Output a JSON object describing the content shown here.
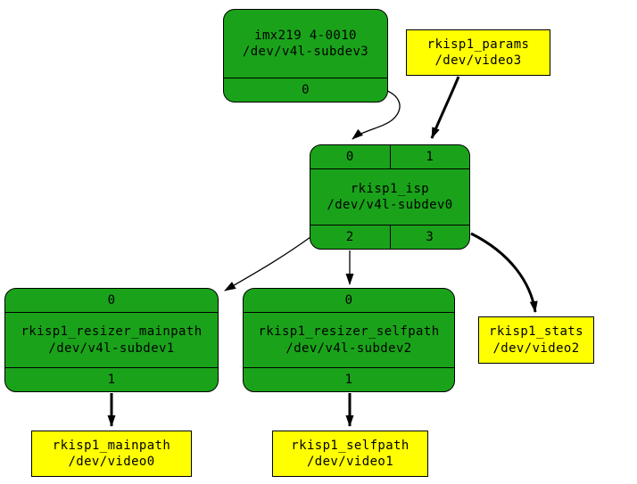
{
  "diagram": {
    "type": "media-controller-topology-graph",
    "colors": {
      "entity_fill": "#1aa31a",
      "devnode_fill": "#ffff00",
      "border_color": "#000000",
      "edge_color": "#000000"
    },
    "nodes": {
      "imx219": {
        "name": "imx219 4-0010",
        "devnode": "/dev/v4l-subdev3",
        "source_pads": [
          "0"
        ]
      },
      "isp": {
        "name": "rkisp1_isp",
        "devnode": "/dev/v4l-subdev0",
        "sink_pads": [
          "0",
          "1"
        ],
        "source_pads": [
          "2",
          "3"
        ]
      },
      "resizer_mainpath": {
        "name": "rkisp1_resizer_mainpath",
        "devnode": "/dev/v4l-subdev1",
        "sink_pads": [
          "0"
        ],
        "source_pads": [
          "1"
        ]
      },
      "resizer_selfpath": {
        "name": "rkisp1_resizer_selfpath",
        "devnode": "/dev/v4l-subdev2",
        "sink_pads": [
          "0"
        ],
        "source_pads": [
          "1"
        ]
      },
      "params": {
        "name": "rkisp1_params",
        "devnode": "/dev/video3"
      },
      "stats": {
        "name": "rkisp1_stats",
        "devnode": "/dev/video2"
      },
      "mainpath": {
        "name": "rkisp1_mainpath",
        "devnode": "/dev/video0"
      },
      "selfpath": {
        "name": "rkisp1_selfpath",
        "devnode": "/dev/video1"
      }
    },
    "links": [
      {
        "from": "imx219:pad0",
        "to": "rkisp1_isp:pad0",
        "weight": "thin"
      },
      {
        "from": "rkisp1_params",
        "to": "rkisp1_isp:pad1",
        "weight": "thick"
      },
      {
        "from": "rkisp1_isp:pad2",
        "to": "rkisp1_resizer_mainpath:pad0",
        "weight": "thin"
      },
      {
        "from": "rkisp1_isp:pad2",
        "to": "rkisp1_resizer_selfpath:pad0",
        "weight": "thin"
      },
      {
        "from": "rkisp1_isp:pad3",
        "to": "rkisp1_stats",
        "weight": "thick"
      },
      {
        "from": "rkisp1_resizer_mainpath:pad1",
        "to": "rkisp1_mainpath",
        "weight": "thick"
      },
      {
        "from": "rkisp1_resizer_selfpath:pad1",
        "to": "rkisp1_selfpath",
        "weight": "thick"
      }
    ]
  }
}
